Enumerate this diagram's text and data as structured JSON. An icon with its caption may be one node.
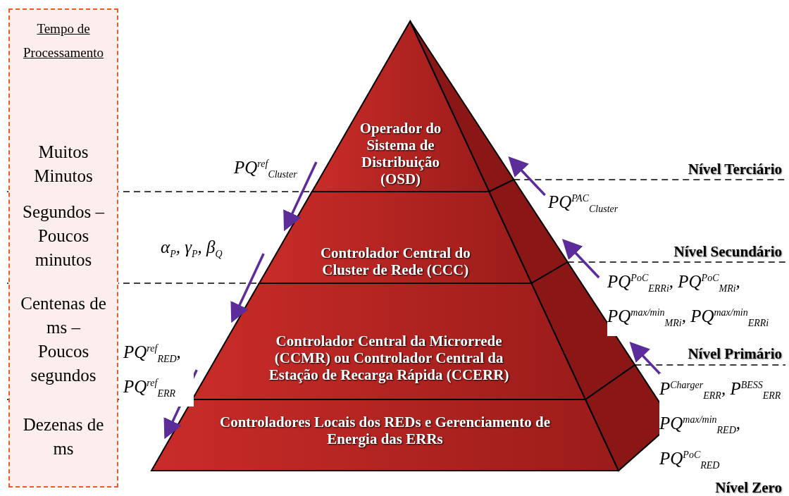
{
  "diagram": {
    "nodes": [
      {
        "text": [
          "Tempo de Processamento",
          "Muitos Minutos",
          "Segundos – Poucos minutos",
          "Centenas de ms – Poucos segundos",
          "Dezenas de ms"
        ]
      },
      {
        "text": [
          "Operador do Sistema de Distribuição (OSD)"
        ]
      },
      {
        "text": [
          "Controlador Central do Cluster de Rede (CCC)"
        ]
      },
      {
        "text": [
          "Controlador Central da Microrrede (CCMR) ou Controlador Central da Estação de Recarga Rápida (CCERR)"
        ]
      },
      {
        "text": [
          "Controladores Locais dos REDs e Gerenciamento de Energia das ERRs"
        ]
      }
    ],
    "edges": [
      {
        "from": 1,
        "to": 2,
        "arrow": "to",
        "label": "PQ$^{ref}$$_{Cluster}$",
        "color": "#5b2c9a"
      },
      {
        "from": 2,
        "to": 3,
        "arrow": "to",
        "label": "α$_{P}$, γ$_{P}$, β$_{Q}$",
        "color": "#5b2c9a"
      },
      {
        "from": 3,
        "to": 4,
        "arrow": "to",
        "label": "PQ$^{ref}$$_{RED}$, PQ$^{ref}$$_{ERR}$",
        "color": "#5b2c9a"
      },
      {
        "from": 2,
        "to": 1,
        "arrow": "to",
        "label": "PQ$^{PAC}$$_{Cluster}$",
        "color": "#5b2c9a"
      },
      {
        "from": 3,
        "to": 2,
        "arrow": "to",
        "label": "PQ$^{PoC}$$_{ERR}$$_{i}$, PQ$^{PoC}$$_{MR}$$_{i}$, PQ$^{max/min}$$_{MR}$$_{i}$, PQ$^{max/min}$$_{ERR}$$_{i}$",
        "color": "#5b2c9a"
      },
      {
        "from": 4,
        "to": 3,
        "arrow": "to",
        "label": "P$^{Charger}$$_{ERR}$, P$^{BESS}$$_{ERR}$ PQ$^{max/min}$$_{RED}$, PQ$^{PoC}$$_{RED}$",
        "color": "#5b2c9a"
      }
    ],
    "labels": [
      "Nível Terciário",
      "Nível Secundário",
      "Nível Primário",
      "Nível Zero"
    ]
  }
}
